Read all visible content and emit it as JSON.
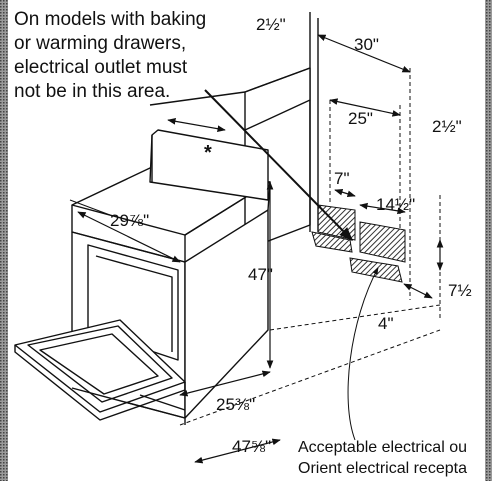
{
  "note": {
    "text": "On models with baking\nor warming drawers,\nelectrical outlet must\nnot be in this area."
  },
  "dimensions": {
    "top_gap": "2½\"",
    "cabinet_width": "30\"",
    "outlet_span": "25\"",
    "side_gap": "2½\"",
    "outlet_left": "7\"",
    "outlet_height": "14½\"",
    "outlet_depth": "7½",
    "outlet_offset": "4\"",
    "range_width": "29⅞\"",
    "range_height": "47\"",
    "range_depth": "25⅜\"",
    "door_open_depth": "47⅝\""
  },
  "caption": {
    "line1": "Acceptable electrical ou",
    "line2": "Orient electrical recepta"
  },
  "marker": "*",
  "colors": {
    "ink": "#111111",
    "hatch": "#444444",
    "pattern": "#6f6f6f"
  }
}
